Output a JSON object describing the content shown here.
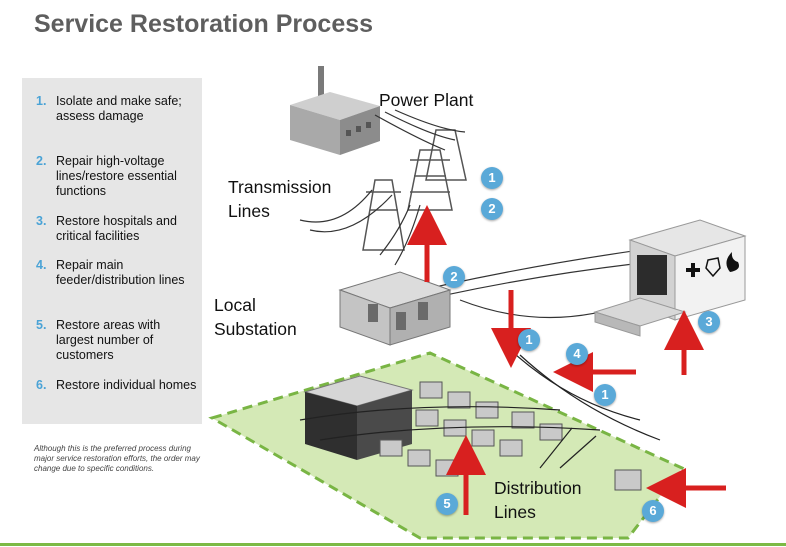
{
  "title": "Service Restoration Process",
  "steps": [
    {
      "number": "1.",
      "text": "Isolate and make safe; assess damage"
    },
    {
      "number": "2.",
      "text": "Repair high-voltage lines/restore essential functions"
    },
    {
      "number": "3.",
      "text": "Restore hospitals and critical facilities"
    },
    {
      "number": "4.",
      "text": "Repair main feeder/distribution lines"
    },
    {
      "number": "5.",
      "text": "Restore areas with largest number of customers"
    },
    {
      "number": "6.",
      "text": "Restore individual homes"
    }
  ],
  "disclaimer": "Although this is the preferred process during major service restoration efforts, the order may change due to specific conditions.",
  "labels": {
    "power_plant": "Power Plant",
    "transmission_lines_1": "Transmission",
    "transmission_lines_2": "Lines",
    "local_substation_1": "Local",
    "local_substation_2": "Substation",
    "distribution_lines_1": "Distribution",
    "distribution_lines_2": "Lines"
  },
  "badges": {
    "transmission_1": "1",
    "transmission_2": "2",
    "substation_2": "2",
    "facilities_3": "3",
    "feeder_1": "1",
    "feeder_4": "4",
    "distribution_1": "1",
    "area_5": "5",
    "home_6": "6"
  },
  "facility_icons": [
    "hospital-cross-icon",
    "police-badge-icon",
    "fire-icon"
  ],
  "colors": {
    "title": "#5e5e5e",
    "step_number": "#4aa3d6",
    "arrow_red": "#d8201f",
    "badge_blue": "#5aa9d8",
    "ground_green": "#d4e9b6",
    "dash_green": "#79b544",
    "rule_green": "#7cba45"
  }
}
